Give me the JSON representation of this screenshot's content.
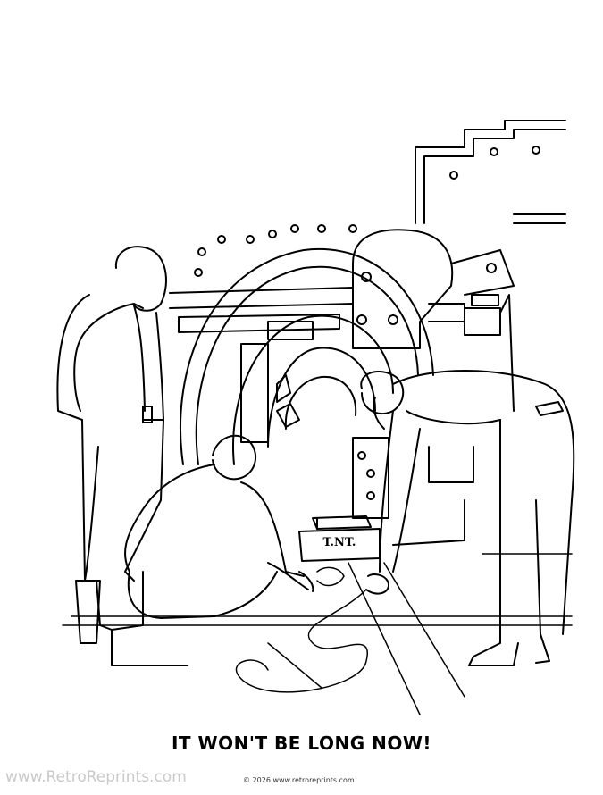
{
  "illustration": {
    "caption": "IT WON'T BE LONG NOW!",
    "crate_label": "T.NT.",
    "ink_color": "#000000",
    "paper_color": "#ffffff"
  },
  "footer": {
    "watermark": "www.RetroReprints.com",
    "copyright": "© 2026 www.retroreprints.com"
  }
}
